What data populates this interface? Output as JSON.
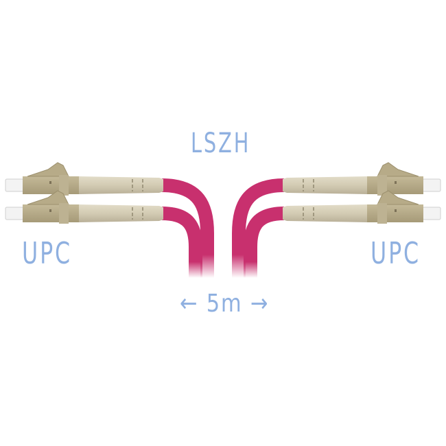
{
  "product": {
    "jacket_label": "LSZH",
    "left_polish_label": "UPC",
    "right_polish_label": "UPC",
    "length_label": "← 5m →",
    "connector_count_per_side": 2,
    "connector_type_icon": "lc-duplex-connector-icon"
  },
  "colors": {
    "cable": "#c8306e",
    "connector_housing": "#b8ad8c",
    "connector_boot": "#d6cfb8",
    "ferrule": "#f2f2f2",
    "label_text": "#8fb0e0",
    "background": "#ffffff"
  }
}
